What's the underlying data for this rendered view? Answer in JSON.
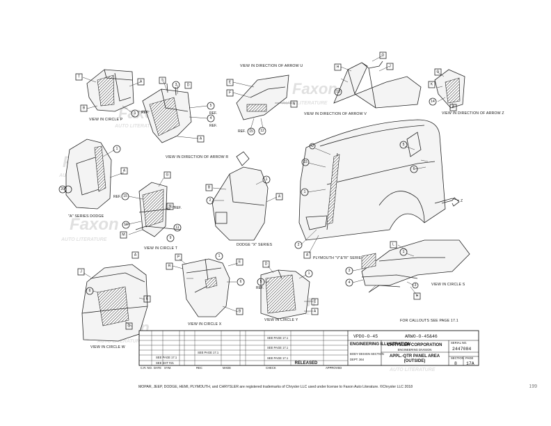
{
  "labels": {
    "view_circle_p": "VIEW IN CIRCLE P",
    "view_arrow_r": "VIEW IN DIRECTION OF ARROW R",
    "view_arrow_u": "VIEW IN DIRECTION OF ARROW U",
    "view_arrow_v": "VIEW IN DIRECTION OF ARROW V",
    "view_arrow_z": "VIEW IN DIRECTION OF ARROW Z",
    "a_series_dodge": "\"A\" SERIES DODGE",
    "view_circle_t": "VIEW IN CIRCLE T",
    "dodge_x_series": "DODGE \"X\" SERIES",
    "plymouth_series": "PLYMOUTH \"V\"&\"R\" SERIES",
    "view_circle_s": "VIEW IN CIRCLE S",
    "view_circle_x": "VIEW IN CIRCLE X",
    "view_circle_y": "VIEW IN CIRCLE Y",
    "view_circle_w": "VIEW IN CIRCLE W",
    "callouts_note": "FOR CALLOUTS SEE PAGE 17.1",
    "ref": "REF."
  },
  "watermark": {
    "brand": "Faxon",
    "tagline": "AUTO LITERATURE"
  },
  "title_block": {
    "dept": "ENGINEERING ILLUSTRATION",
    "org": "CHRYSLER CORPORATION",
    "division": "ENGINEERING DIVISION",
    "body_design": "BODY DESIGN SECTION",
    "dept_no": "DEPT. 364",
    "doc_code": "VPDO-O-45",
    "doc_code2": "ARWO-O-45&46",
    "title_line1": "APPL.-QTR PANEL AREA",
    "title_line2": "(OUTSIDE)",
    "serial_label": "SERIAL NO.",
    "serial_no": "2447084",
    "section_label": "SECTION",
    "section": "8",
    "page_label": "PAGE",
    "page": "17A",
    "status": "RELEASED",
    "col_cr": "C.R. NO.",
    "col_date": "DATE",
    "col_sym": "SYM.",
    "col_rec": "REC",
    "col_made": "MADE",
    "col_check": "CHECK",
    "col_approved": "APPROVED",
    "rev1": "SEE PAGE 17.1",
    "rev2": "SEE PAGE 17.1",
    "rev3": "SEE SHT #21"
  },
  "footer": {
    "trademark": "MOPAR, JEEP, DODGE, HEMI, PLYMOUTH, and CHRYSLER are registered trademarks of Chrysler LLC used under license to Faxon Auto Literature. ©Chrysler LLC 2018",
    "page_number": "199"
  },
  "callouts": {
    "t": "T",
    "a": "A",
    "b": "B",
    "g": "G",
    "h": "H",
    "j": "J",
    "k": "K",
    "e": "E",
    "d": "D",
    "c": "C",
    "f": "F",
    "n": "N",
    "m": "M",
    "l": "L",
    "p": "P",
    "s": "S",
    "r": "R",
    "u": "U",
    "z": "Z",
    "n1": "1",
    "n2": "2",
    "n3": "3",
    "n4": "4",
    "n5": "5",
    "n6": "6",
    "n9": "9",
    "n10": "10",
    "n11": "11",
    "n12": "12",
    "n13": "13",
    "n14": "14",
    "n15": "15",
    "n20": "20"
  }
}
